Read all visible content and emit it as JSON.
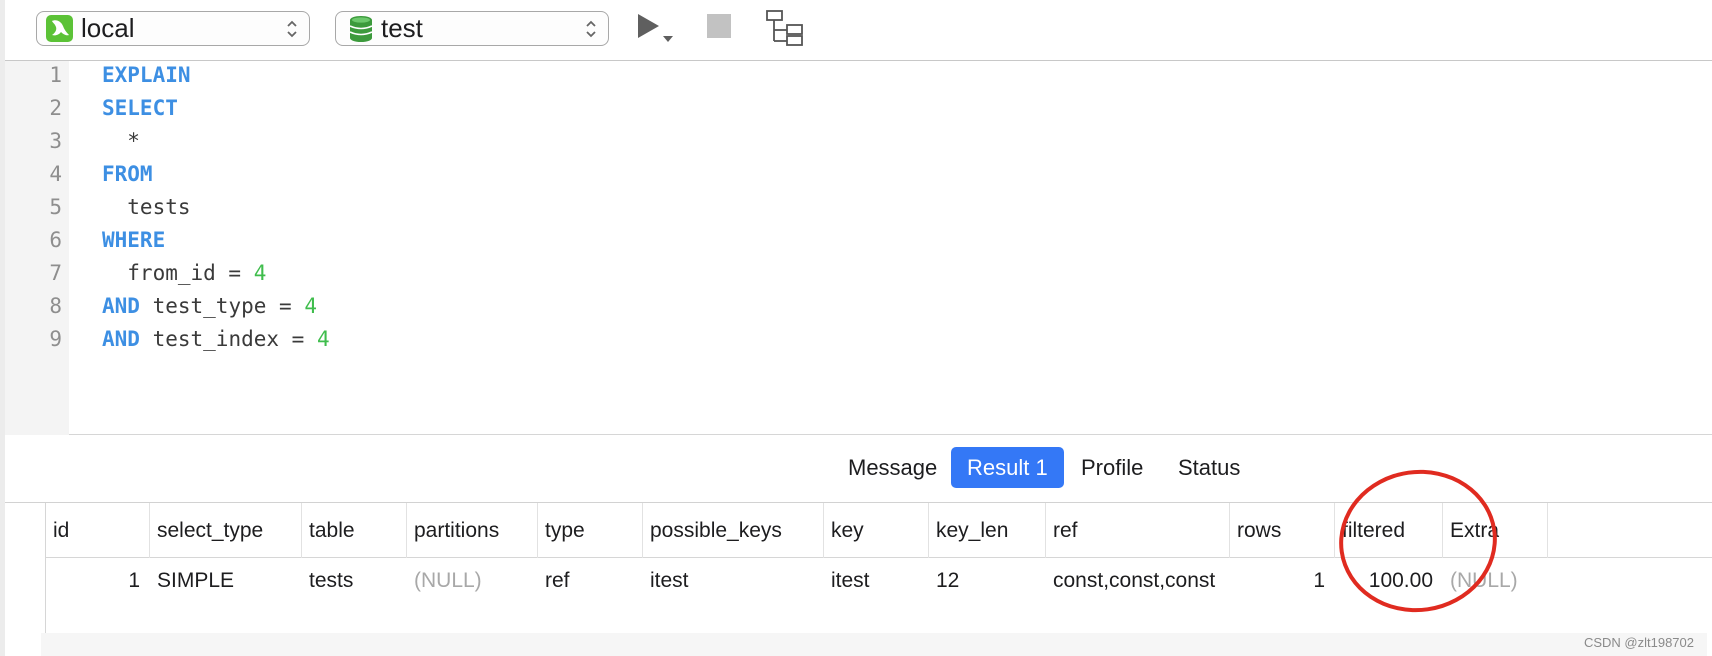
{
  "toolbar": {
    "connection": "local",
    "database": "test"
  },
  "editor": {
    "lines": [
      {
        "n": "1",
        "tokens": [
          {
            "t": "EXPLAIN",
            "c": "kw"
          }
        ]
      },
      {
        "n": "2",
        "tokens": [
          {
            "t": "SELECT",
            "c": "kw"
          }
        ]
      },
      {
        "n": "3",
        "tokens": [
          {
            "t": "  *",
            "c": "txt"
          }
        ]
      },
      {
        "n": "4",
        "tokens": [
          {
            "t": "FROM",
            "c": "kw"
          }
        ]
      },
      {
        "n": "5",
        "tokens": [
          {
            "t": "  tests",
            "c": "txt"
          }
        ]
      },
      {
        "n": "6",
        "tokens": [
          {
            "t": "WHERE",
            "c": "kw"
          }
        ]
      },
      {
        "n": "7",
        "tokens": [
          {
            "t": "  from_id = ",
            "c": "txt"
          },
          {
            "t": "4",
            "c": "num"
          }
        ]
      },
      {
        "n": "8",
        "tokens": [
          {
            "t": "AND",
            "c": "kw"
          },
          {
            "t": " test_type = ",
            "c": "txt"
          },
          {
            "t": "4",
            "c": "num"
          }
        ]
      },
      {
        "n": "9",
        "tokens": [
          {
            "t": "AND",
            "c": "kw"
          },
          {
            "t": " test_index = ",
            "c": "txt"
          },
          {
            "t": "4",
            "c": "num"
          }
        ]
      }
    ]
  },
  "tabs": {
    "message": "Message",
    "result1": "Result 1",
    "profile": "Profile",
    "status": "Status"
  },
  "grid": {
    "headers": {
      "id": "id",
      "select_type": "select_type",
      "table": "table",
      "partitions": "partitions",
      "type": "type",
      "possible_keys": "possible_keys",
      "key": "key",
      "key_len": "key_len",
      "ref": "ref",
      "rows": "rows",
      "filtered": "filtered",
      "extra": "Extra"
    },
    "row": {
      "id": "1",
      "select_type": "SIMPLE",
      "table": "tests",
      "partitions": "(NULL)",
      "type": "ref",
      "possible_keys": "itest",
      "key": "itest",
      "key_len": "12",
      "ref": "const,const,const",
      "rows": "1",
      "filtered": "100.00",
      "extra": "(NULL)"
    }
  },
  "watermark": "CSDN @zlt198702",
  "colors": {
    "keyword": "#3d8fe3",
    "number": "#3fbd4c",
    "active_tab": "#3478f6",
    "annotation": "#e02b20"
  }
}
